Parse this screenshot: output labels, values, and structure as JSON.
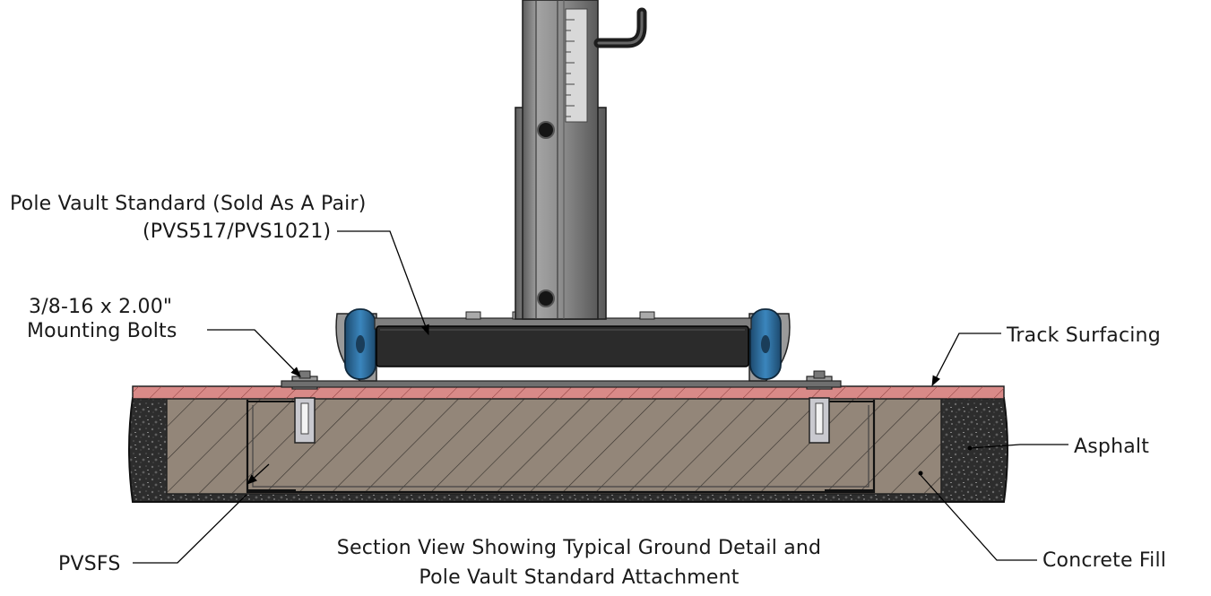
{
  "labels": {
    "standard_line1": "Pole Vault Standard (Sold As A Pair)",
    "standard_line2": "(PVS517/PVS1021)",
    "bolts_line1": "3/8-16 x 2.00\"",
    "bolts_line2": "Mounting Bolts",
    "track_surfacing": "Track Surfacing",
    "asphalt": "Asphalt",
    "concrete_fill": "Concrete Fill",
    "pvsfs": "PVSFS"
  },
  "caption": {
    "line1": "Section View Showing Typical Ground Detail and",
    "line2": "Pole Vault Standard Attachment"
  },
  "colors": {
    "track": "#d98a88",
    "concrete": "#938679",
    "asphalt": "#2a2a2a",
    "wheel": "#2f6e9c",
    "steel": "#8c8c8c",
    "base_bar": "#2b2b2b",
    "leader": "#000000"
  }
}
